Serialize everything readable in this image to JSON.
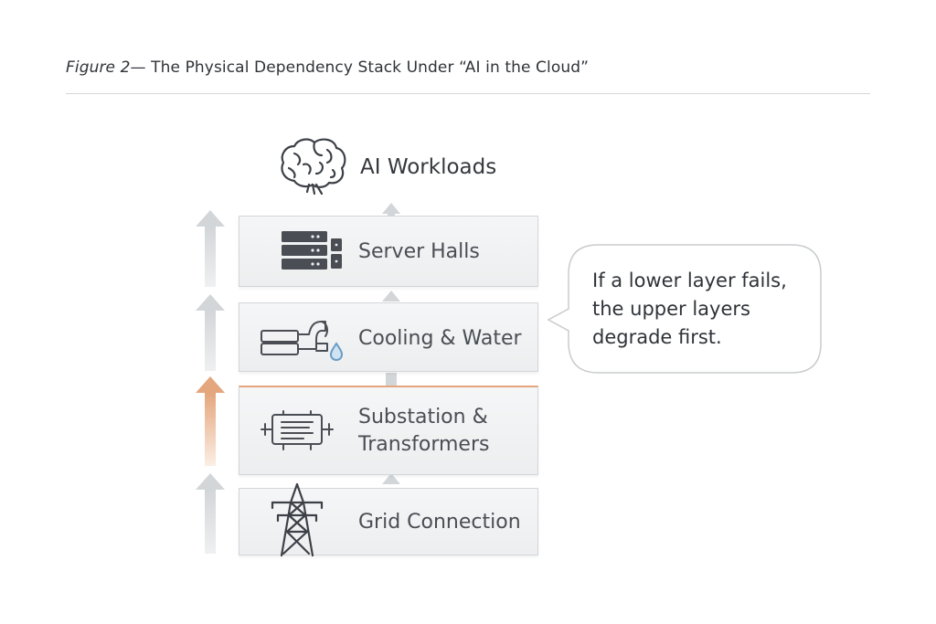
{
  "caption": {
    "figure_label": "Figure 2",
    "title": "— The Physical Dependency Stack Under “AI in the Cloud”"
  },
  "top_layer": {
    "label": "AI Workloads",
    "icon": "brain-icon"
  },
  "layers": [
    {
      "label": "Server Halls",
      "icon": "server-rack-icon"
    },
    {
      "label": "Cooling & Water",
      "icon": "cooling-pipe-water-drop-icon"
    },
    {
      "label_line1": "Substation &",
      "label_line2": "Transformers",
      "icon": "transformer-icon"
    },
    {
      "label": "Grid Connection",
      "icon": "transmission-tower-icon"
    }
  ],
  "callout": {
    "lines": [
      "If a lower layer fails,",
      "the upper layers",
      "degrade first."
    ]
  },
  "colors": {
    "neutral_arrow": "#d3d6d9",
    "highlight_arrow": "#e4a67c",
    "icon_stroke": "#4a4e54"
  }
}
